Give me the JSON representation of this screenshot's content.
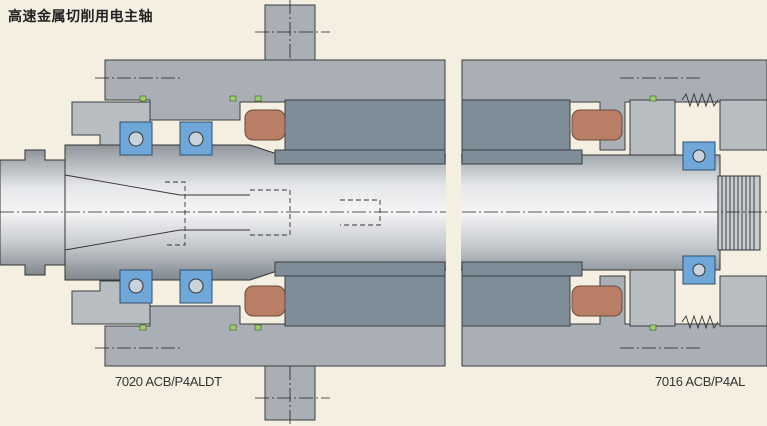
{
  "title": "高速金属切削用电主轴",
  "labels": {
    "front_bearing": "7020 ACB/P4ALDT",
    "rear_bearing": "7016 ACB/P4AL"
  },
  "colors": {
    "background": "#f4efe1",
    "housing": "#a9afb4",
    "stator": "#7f8d98",
    "winding": "#b97e66",
    "bearing": "#6fa8d8"
  }
}
